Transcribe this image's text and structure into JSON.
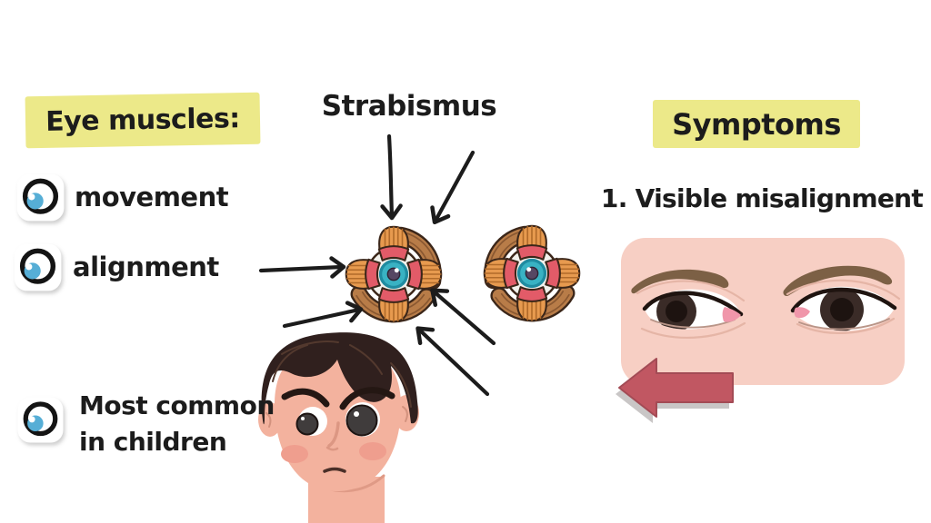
{
  "colors": {
    "highlight": "#ece989",
    "ink": "#1c1c1c",
    "bullet_blue": "#56aed6",
    "muscle_red": "#e25b68",
    "muscle_orange": "#e79a4f",
    "muscle_brown": "#b87c48",
    "iris_teal": "#39b2c3",
    "face_skin": "#f3b29e",
    "hair": "#30201e",
    "panel_skin": "#f7cfc4",
    "brow": "#7c6045",
    "arrow_red": "#c15762"
  },
  "left_panel": {
    "heading": "Eye muscles:",
    "items": [
      {
        "text": "movement"
      },
      {
        "text": "alignment"
      },
      {
        "text": "Most common",
        "text2": "in children"
      }
    ]
  },
  "center": {
    "title": "Strabismus"
  },
  "right_panel": {
    "heading": "Symptoms",
    "symptom": "1. Visible misalignment"
  }
}
